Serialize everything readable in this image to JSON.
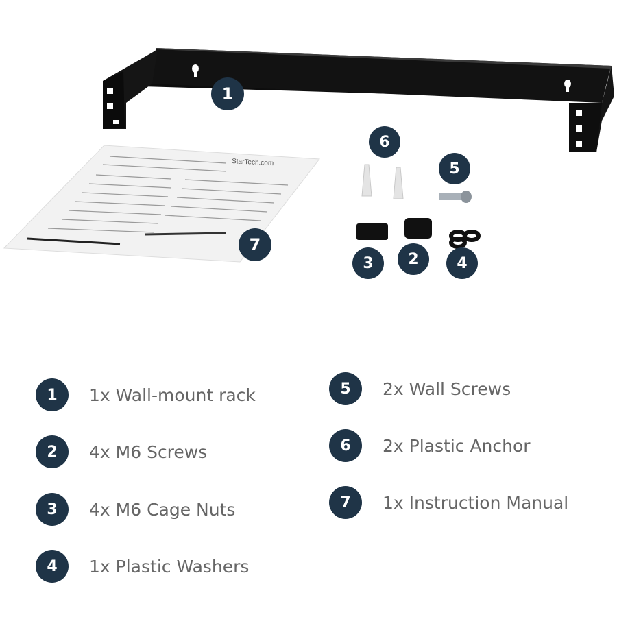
{
  "photo": {
    "callouts": [
      "1",
      "2",
      "3",
      "4",
      "5",
      "6",
      "7"
    ],
    "manual_logo": "StarTech.com"
  },
  "legend": {
    "items": [
      {
        "number": "1",
        "label": "1x Wall-mount rack"
      },
      {
        "number": "2",
        "label": "4x M6 Screws"
      },
      {
        "number": "3",
        "label": "4x M6 Cage Nuts"
      },
      {
        "number": "4",
        "label": "1x Plastic Washers"
      },
      {
        "number": "5",
        "label": "2x Wall Screws"
      },
      {
        "number": "6",
        "label": "2x Plastic Anchor"
      },
      {
        "number": "7",
        "label": "1x Instruction Manual"
      }
    ]
  },
  "colors": {
    "badge": "#1f3447",
    "label_text": "#666666",
    "bracket": "#111111",
    "manual_paper": "#f2f2f2"
  }
}
